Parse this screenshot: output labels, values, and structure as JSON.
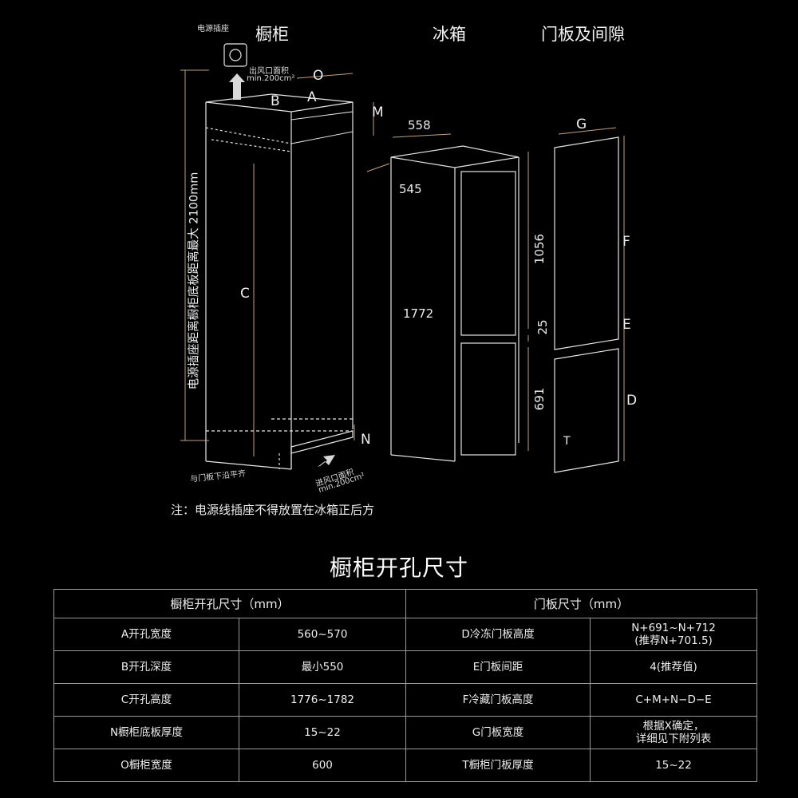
{
  "headers": {
    "cabinet": "橱柜",
    "fridge": "冰箱",
    "door": "门板及间隙"
  },
  "labels": {
    "socket": "电源插座",
    "outlet_line1": "出风口面积",
    "outlet_line2": "min.200cm²",
    "inlet_line1": "进风口面积",
    "inlet_line2": "min.200cm²",
    "flush": "与门板下沿平齐",
    "vertical_text": "电源插座距离橱柜底板距离最大 2100mm",
    "O": "O",
    "B": "B",
    "A": "A",
    "M": "M",
    "C": "C",
    "N": "N",
    "G": "G",
    "F": "F",
    "E": "E",
    "D": "D",
    "T": "T",
    "w558": "558",
    "d545": "545",
    "h1772": "1772",
    "h1056": "1056",
    "h25": "25",
    "h691": "691",
    "note": "注：电源线插座不得放置在冰箱正后方"
  },
  "table": {
    "title": "橱柜开孔尺寸",
    "col_header_left": "橱柜开孔尺寸（mm）",
    "col_header_right": "门板尺寸（mm）",
    "rows": [
      {
        "a": "A开孔宽度",
        "b": "560~570",
        "c": "D冷冻门板高度",
        "d1": "N+691~N+712",
        "d2": "(推荐N+701.5)"
      },
      {
        "a": "B开孔深度",
        "b": "最小550",
        "c": "E门板间距",
        "d1": "4(推荐值)",
        "d2": ""
      },
      {
        "a": "C开孔高度",
        "b": "1776~1782",
        "c": "F冷藏门板高度",
        "d1": "C+M+N−D−E",
        "d2": ""
      },
      {
        "a": "N橱柜底板厚度",
        "b": "15~22",
        "c": "G门板宽度",
        "d1": "根据X确定，",
        "d2": "详细见下附列表"
      },
      {
        "a": "O橱柜宽度",
        "b": "600",
        "c": "T橱柜门板厚度",
        "d1": "15~22",
        "d2": ""
      }
    ]
  },
  "colors": {
    "line": "#e6e6e6",
    "dim": "#c7a27a",
    "background": "#000000",
    "table_border": "#9a9a9a"
  }
}
